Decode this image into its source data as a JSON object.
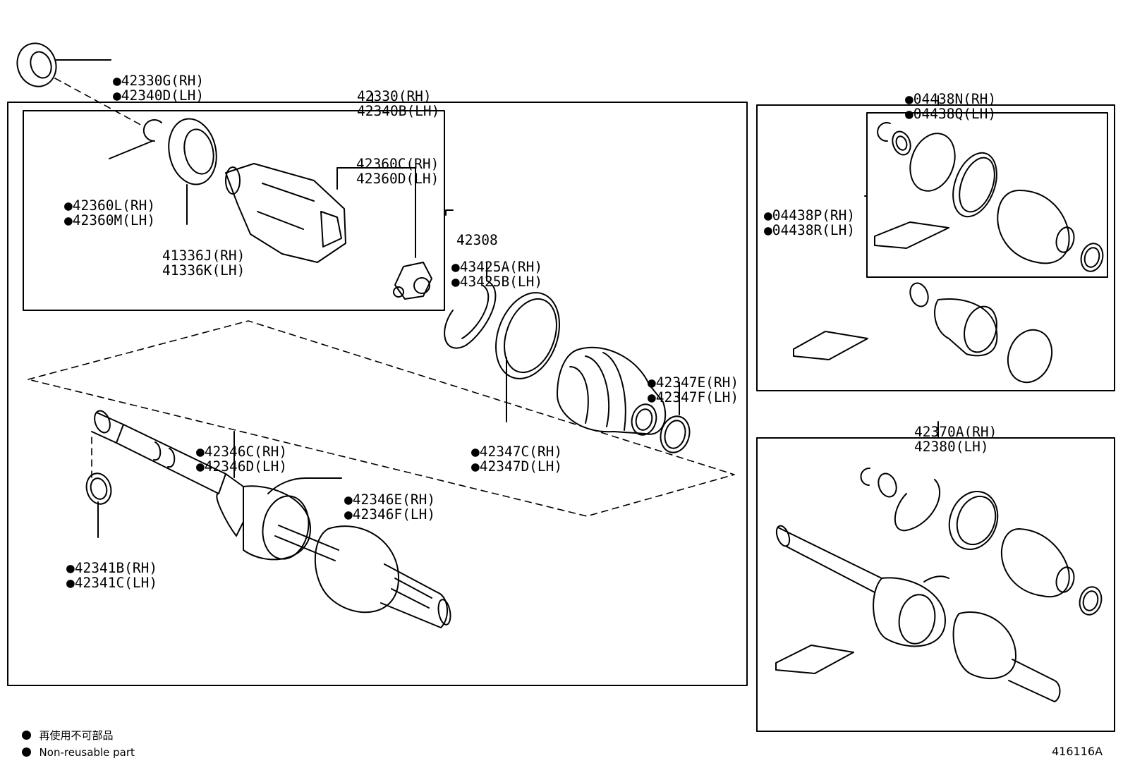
{
  "labels": {
    "seal_outer": [
      "●42330G(RH)",
      "●42340D(LH)"
    ],
    "joint_assy": [
      "42330(RH)",
      "42340B(LH)"
    ],
    "snap_ring_inner": [
      "●42360L(RH)",
      "●42360M(LH)"
    ],
    "housing": [
      "41336J(RH)",
      "41336K(LH)"
    ],
    "tripod": [
      "42360C(RH)",
      "42360D(LH)"
    ],
    "kit_42308": [
      "42308"
    ],
    "ring_43425": [
      "●43425A(RH)",
      "●43425B(LH)"
    ],
    "clamp_large": [
      "●42347C(RH)",
      "●42347D(LH)"
    ],
    "clamp_small": [
      "●42347E(RH)",
      "●42347F(LH)"
    ],
    "band_42346cd": [
      "●42346C(RH)",
      "●42346D(LH)"
    ],
    "band_42346ef": [
      "●42346E(RH)",
      "●42346F(LH)"
    ],
    "ring_42341": [
      "●42341B(RH)",
      "●42341C(LH)"
    ],
    "boot_kit_outer": [
      "●04438N(RH)",
      "●04438Q(LH)"
    ],
    "boot_kit_inner": [
      "●04438P(RH)",
      "●04438R(LH)"
    ],
    "shaft_assy": [
      "42370A(RH)",
      "42380(LH)"
    ]
  },
  "legend": [
    "再使用不可部品",
    "Non-reusable part"
  ],
  "diagram_code": "416116A"
}
